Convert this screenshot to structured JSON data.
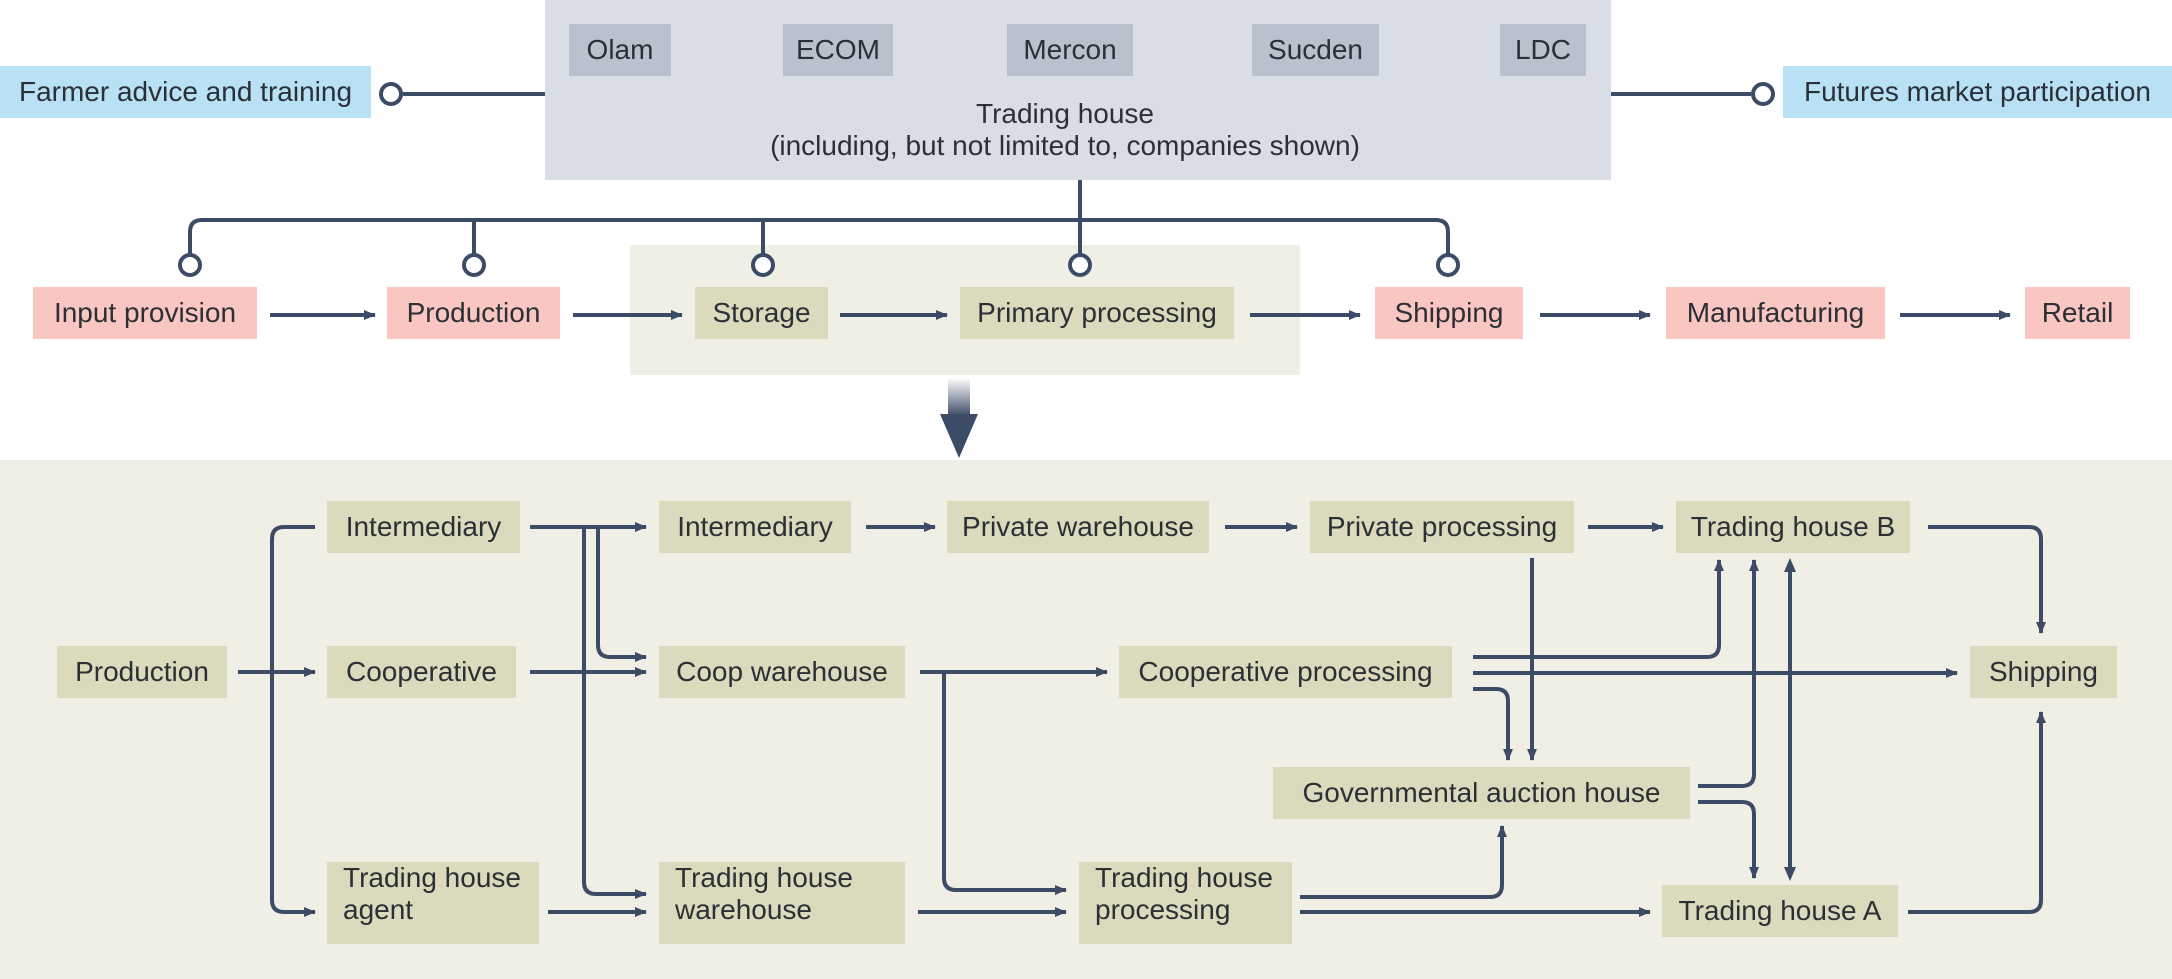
{
  "colors": {
    "line": "#3d4c66",
    "tan_box": "#dcdabd",
    "pink_box": "#f9c6c2",
    "blue_box": "#b9e1f5",
    "company_box": "#b9c1cf",
    "trading_panel": "#d8dde6",
    "flow_panel": "#f0efe6"
  },
  "trading_house": {
    "companies": [
      "Olam",
      "ECOM",
      "Mercon",
      "Sucden",
      "LDC"
    ],
    "caption_line1": "Trading house",
    "caption_line2": "(including, but not limited to, companies shown)",
    "left_service": "Farmer advice and training",
    "right_service": "Futures market participation"
  },
  "value_chain": {
    "stages": [
      "Input provision",
      "Production",
      "Storage",
      "Primary processing",
      "Shipping",
      "Manufacturing",
      "Retail"
    ]
  },
  "detail": {
    "production": "Production",
    "intermediary_1": "Intermediary",
    "cooperative": "Cooperative",
    "trading_house_agent_l1": "Trading house",
    "trading_house_agent_l2": "agent",
    "intermediary_2": "Intermediary",
    "coop_warehouse": "Coop warehouse",
    "th_warehouse_l1": "Trading house",
    "th_warehouse_l2": "warehouse",
    "private_warehouse": "Private warehouse",
    "private_processing": "Private processing",
    "cooperative_processing": "Cooperative processing",
    "governmental_auction_house": "Governmental auction house",
    "th_processing_l1": "Trading house",
    "th_processing_l2": "processing",
    "trading_house_b": "Trading house B",
    "trading_house_a": "Trading house A",
    "shipping": "Shipping"
  }
}
